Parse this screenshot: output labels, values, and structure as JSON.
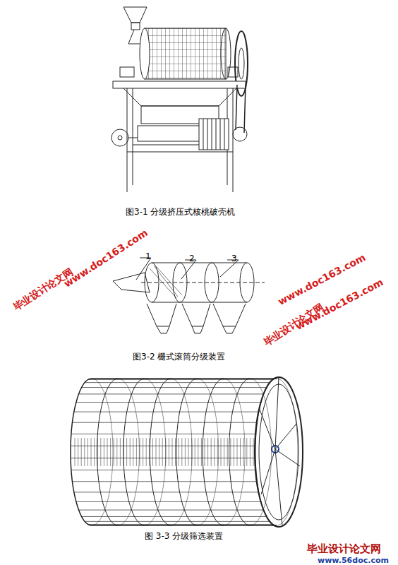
{
  "diagram": {
    "labels": [
      "图3-1 分级挤压式核桃破壳机",
      "1",
      "2",
      "3",
      "图3-2 栅式滚筒分级装置",
      "图 3-3 分级筛选装置",
      "www.doc163.com",
      "毕业设计论文网",
      "www.doc163.com",
      "毕业设计论文网",
      "www.doc163.com",
      "毕业设计论文网",
      "www.56doc.com"
    ]
  }
}
